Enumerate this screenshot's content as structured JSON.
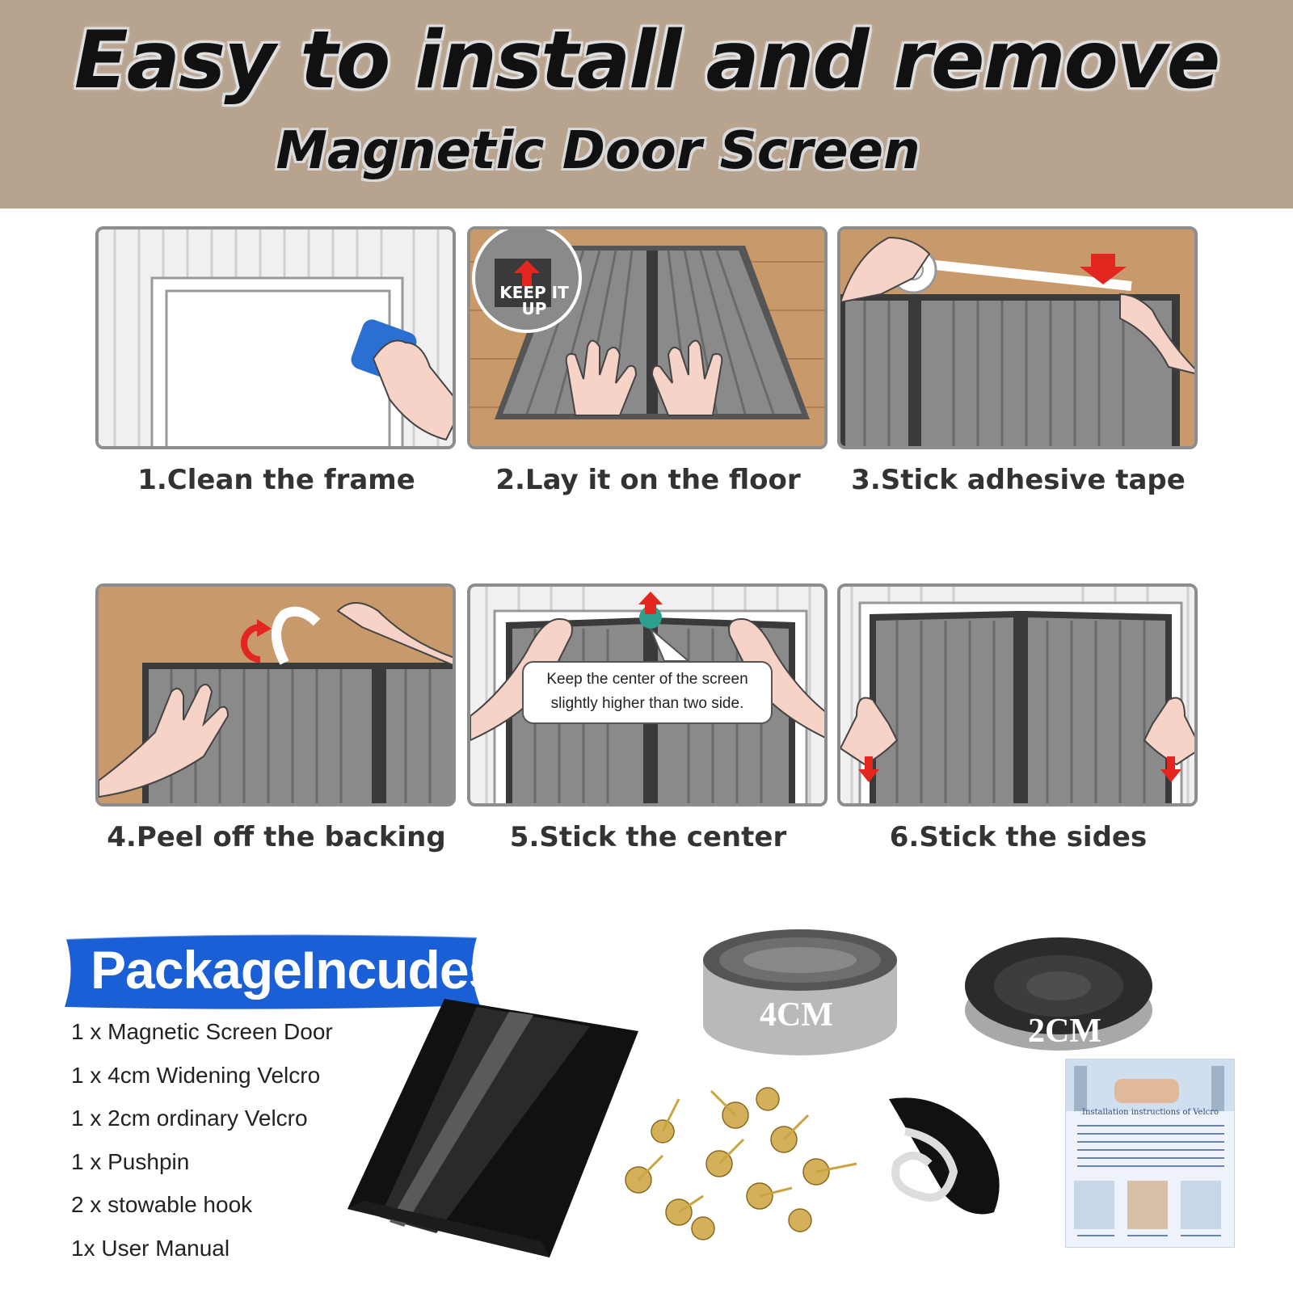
{
  "header": {
    "title": "Easy to install and remove",
    "subtitle": "Magnetic Door Screen"
  },
  "steps": [
    {
      "caption": "1.Clean the frame"
    },
    {
      "caption": "2.Lay it on the floor",
      "badge": "KEEP IT UP"
    },
    {
      "caption": "3.Stick adhesive tape"
    },
    {
      "caption": "4.Peel off the backing"
    },
    {
      "caption": "5.Stick the center",
      "note_line1": "Keep the center of the screen",
      "note_line2": "slightly higher than two side."
    },
    {
      "caption": "6.Stick the sides"
    }
  ],
  "package": {
    "title": "PackageIncudes:",
    "items": [
      "1 x Magnetic Screen Door",
      "1 x 4cm Widening Velcro",
      "1 x 2cm ordinary Velcro",
      "1 x Pushpin",
      "2 x stowable hook",
      "1x User Manual"
    ],
    "roll_4cm": "4CM",
    "roll_2cm": "2CM",
    "manual_heading": "Installation instructions of Velcro"
  },
  "colors": {
    "header_bg": "#b8a38f",
    "banner_blue": "#1a5fd6",
    "screen_gray": "#8a8a8a",
    "wood": "#c8996a",
    "arrow_red": "#e3261f"
  }
}
